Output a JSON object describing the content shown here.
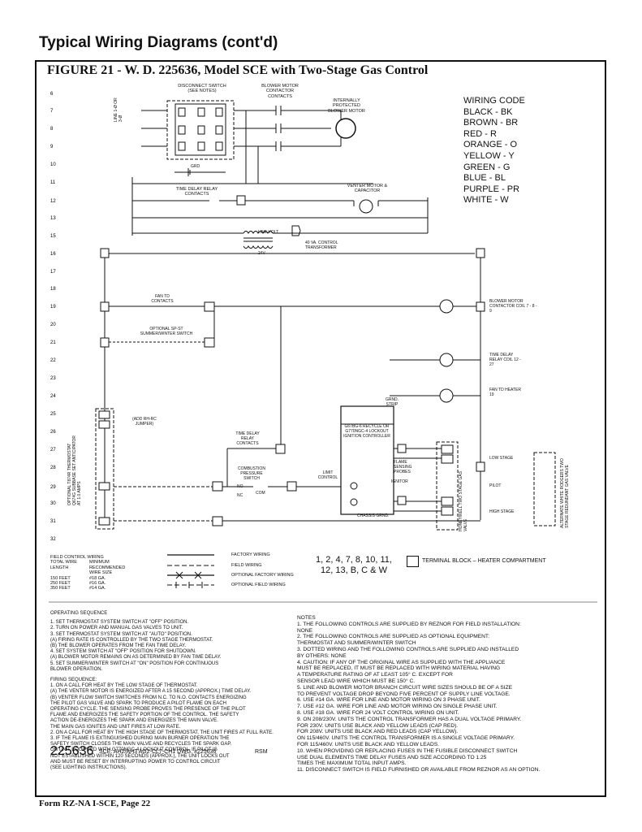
{
  "header": {
    "section_title": "Typical Wiring Diagrams (cont'd)"
  },
  "figure": {
    "title": "FIGURE 21 - W. D. 225636, Model SCE with Two-Stage Gas Control"
  },
  "wiring_code": {
    "title": "WIRING CODE",
    "items": [
      "BLACK - BK",
      "BROWN - BR",
      "RED - R",
      "ORANGE - O",
      "YELLOW - Y",
      "GREEN - G",
      "BLUE - BL",
      "PURPLE - PR",
      "WHITE - W"
    ]
  },
  "line_numbers": [
    "6",
    "7",
    "8",
    "9",
    "10",
    "11",
    "12",
    "13",
    "15",
    "16",
    "17",
    "18",
    "19",
    "20",
    "21",
    "22",
    "23",
    "24",
    "25",
    "26",
    "27",
    "28",
    "29",
    "30",
    "31",
    "32"
  ],
  "components": {
    "disconnect": "DISCONNECT SWITCH (SEE NOTES)",
    "blower_contactor": "BLOWER MOTOR CONTACTOR CONTACTS",
    "blower_motor": "INTERNALLY PROTECTED BLOWER MOTOR",
    "line_voltage": "LINE 1-Ø OR 3-Ø",
    "grd": "GRD",
    "venter": "VENTER MOTOR & CAPACITOR",
    "td_relay_contacts": "TIME DELAY RELAY CONTACTS",
    "line_volt": "LINE VOLT",
    "transformer": "40 VA. CONTROL TRANSFORMER",
    "v24": "24V",
    "fan_td_contacts": "FAN TD CONTACTS",
    "summer_winter": "OPTIONAL SP-ST SUMMER/WINTER SWITCH",
    "blower_coil": "BLOWER MOTOR CONTACTOR COIL 7 - 8 - 9",
    "td_relay_coil": "TIME DELAY RELAY COIL 12 - 27",
    "fan_td_heater": "FAN TD HEATER 19",
    "jumper": "(ADD RH-RC JUMPER)",
    "thermostat": "OPTIONAL T874R THERMOSTAT Q674G SUBBASE SET ANTICIPATOR AT 1.0 AMPS",
    "td_relay_contacts2": "TIME DELAY RELAY CONTACTS",
    "combustion": "COMBUSTION PRESSURE SWITCH",
    "limit": "LIMIT CONTROL",
    "ignition": "G67BG-6 RECYCLE OR G770NGC-4 LOCKOUT IGNITION CONTROLLER",
    "grnd_strip": "GRND. STRIP",
    "flame_probes": "FLAME SENSING PROBES",
    "igniter": "IGNITOR",
    "chassis": "CHASSIS GRND.",
    "gas_valve": "HONEYWELL TWO STAGE GAS VALVE",
    "rh_gas_valve": "ALTERNATE WHITE RODGERS TWO STAGE REDUNDANT GAS VALVE",
    "low_stage": "LOW STAGE",
    "pilot": "PILOT",
    "high_stage": "HIGH STAGE",
    "no": "NO",
    "com": "COM",
    "nc": "NC"
  },
  "field_wiring_table": {
    "title": "FIELD CONTROL WIRING",
    "headers": [
      "TOTAL WIRE LENGTH",
      "MINIMUM RECOMMENDED WIRE SIZE"
    ],
    "rows": [
      [
        "150 FEET",
        "#18 GA."
      ],
      [
        "250 FEET",
        "#16 GA."
      ],
      [
        "350 FEET",
        "#14 GA."
      ]
    ]
  },
  "legend": {
    "items": [
      "FACTORY WIRING",
      "FIELD WIRING",
      "OPTIONAL FACTORY WIRING",
      "OPTIONAL FIELD WIRING"
    ],
    "terminals": "1, 2, 4, 7, 8, 10, 11, 12, 13, B, C & W",
    "terminal_block": "TERMINAL BLOCK – HEATER COMPARTMENT"
  },
  "operating_sequence": {
    "title": "OPERATING SEQUENCE",
    "lines": [
      "1. SET THERMOSTAT SYSTEM SWITCH AT \"OFF\" POSITION.",
      "2. TURN ON POWER AND MANUAL GAS VALVES TO UNIT.",
      "3. SET THERMOSTAT SYSTEM SWITCH AT \"AUTO\" POSITION.",
      "(A) FIRING RATE IS CONTROLLED BY THE TWO STAGE THERMOSTAT.",
      "(B) THE BLOWER OPERATES FROM THE FAN TIME DELAY.",
      "4. SET SYSTEM SWITCH AT \"OFF\" POSITION FOR SHUTDOWN.",
      "(A) BLOWER MOTOR REMAINS ON AS DETERMINED BY FAN TIME DELAY.",
      "5. SET SUMMER/WINTER SWITCH AT \"ON\" POSITION FOR CONTINUOUS",
      "BLOWER OPERATION."
    ],
    "firing_title": "FIRING SEQUENCE:",
    "firing_lines": [
      "1. ON A CALL FOR HEAT BY THE LOW STAGE OF THERMOSTAT.",
      "(A) THE VENTER MOTOR IS ENERGIZED AFTER A 15 SECOND (APPROX.) TIME DELAY.",
      "(B) VENTER FLOW SWITCH SWITCHES FROM N.C. TO N.O. CONTACTS ENERGIZING",
      "THE PILOT GAS VALVE AND SPARK TO PRODUCE A PILOT FLAME ON EACH",
      "OPERATING CYCLE. THE SENSING PROBE PROVES THE PRESENCE OF THE PILOT",
      "FLAME AND ENERGIZES THE SAFETY PORTION OF THE CONTROL. THE SAFETY",
      "ACTION DE-ENERGIZES THE SPARK AND ENERGIZES THE MAIN VALVE.",
      "THE MAIN GAS IGNITES AND UNIT FIRES AT LOW RATE.",
      "2. ON A CALL FOR HEAT BY THE HIGH STAGE OF THERMOSTAT, THE UNIT FIRES AT FULL RATE.",
      "3. IF THE FLAME IS EXTINGUISHED DURING MAIN BURNER OPERATION THE",
      "SAFETY SWITCH CLOSES THE MAIN VALVE AND RECYCLES THE SPARK GAP.",
      "ON UNIT EQUIPPED WITH G770NGC-4 LOCKOUT CONTROL, IF PILOT IS",
      "NOT ESTABLISHED WITHIN 120 SECONDS (APPROX.), THE UNIT LOCKS OUT",
      "AND MUST BE RESET BY INTERRUPTING POWER TO CONTROL CIRCUIT",
      "(SEE LIGHTING INSTRUCTIONS)."
    ]
  },
  "notes": {
    "title": "NOTES",
    "lines": [
      "1. THE FOLLOWING CONTROLS ARE SUPPLIED BY REZNOR FOR FIELD INSTALLATION:",
      "NONE",
      "2. THE FOLLOWING CONTROLS ARE SUPPLIED AS OPTIONAL EQUIPMENT:",
      "THERMOSTAT AND SUMMER/WINTER SWITCH",
      "3. DOTTED WIRING AND THE FOLLOWING CONTROLS ARE SUPPLIED AND INSTALLED",
      "BY OTHERS: NONE",
      "4. CAUTION: IF ANY OF THE ORIGINAL WIRE AS SUPPLIED WITH THE APPLIANCE",
      "MUST BE REPLACED, IT MUST BE REPLACED WITH WIRING MATERIAL HAVING",
      "A TEMPERATURE RATING OF AT LEAST 105° C. EXCEPT FOR",
      "SENSOR LEAD WIRE WHICH MUST BE 150° C.",
      "5. LINE AND BLOWER MOTOR BRANCH CIRCUIT WIRE SIZES SHOULD BE OF A SIZE",
      "TO PREVENT VOLTAGE DROP BEYOND FIVE PERCENT OF SUPPLY LINE VOLTAGE.",
      "6. USE #14 GA. WIRE FOR LINE AND MOTOR WIRING ON 3 PHASE UNIT.",
      "7. USE #12 GA. WIRE FOR LINE AND MOTOR WIRING ON SINGLE PHASE UNIT.",
      "8. USE #18 GA. WIRE FOR 24 VOLT CONTROL WIRING ON UNIT.",
      "9. ON 208/230V. UNITS THE CONTROL TRANSFORMER HAS A DUAL VOLTAGE PRIMARY.",
      "FOR 230V. UNITS USE BLACK AND YELLOW LEADS (CAP RED).",
      "FOR 208V. UNITS USE BLACK AND RED LEADS (CAP YELLOW).",
      "ON 115/460V. UNITS THE CONTROL TRANSFORMER IS A SINGLE VOLTAGE PRIMARY.",
      "FOR 115/460V. UNITS USE BLACK AND YELLOW LEADS.",
      "10. WHEN PROVIDING OR REPLACING FUSES IN THE FUSIBLE DISCONNECT SWITCH",
      "USE DUAL ELEMENTS TIME DELAY FUSES AND SIZE ACCORDING TO 1.25",
      "TIMES THE MAXIMUM TOTAL INPUT AMPS.",
      "11. DISCONNECT SWITCH IS FIELD FURNISHED OR AVAILABLE FROM REZNOR AS AN OPTION."
    ]
  },
  "drawing": {
    "number": "225636",
    "info": "SCE: AH2/AH3 AG2-CL7-CH1   DWG. #225636",
    "initials": "RSM"
  },
  "footer": {
    "text": "Form RZ-NA I-SCE, Page 22"
  }
}
